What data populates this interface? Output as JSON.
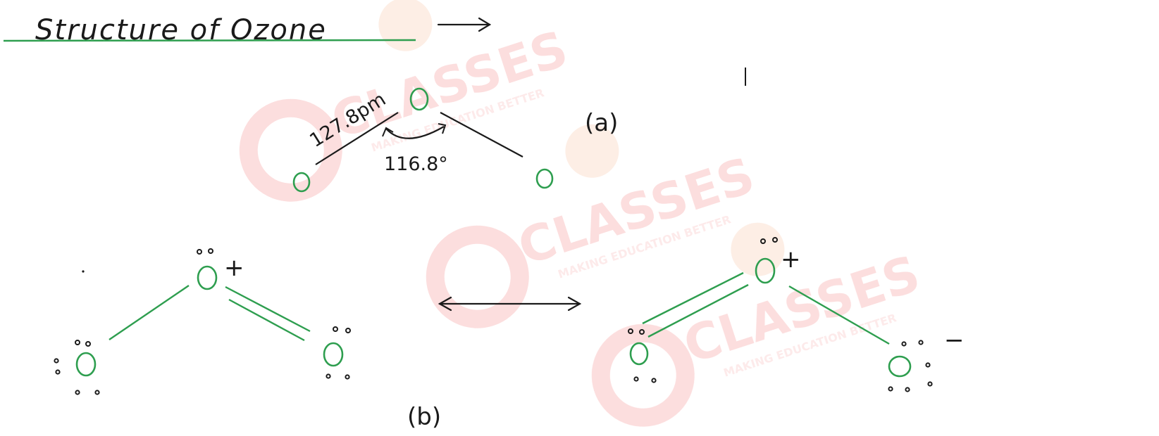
{
  "title": "Structure of Ozone",
  "structure_a": {
    "label": "(a)",
    "bond_length": "127.8pm",
    "bond_angle": "116.8°",
    "atoms": [
      "O",
      "O",
      "O"
    ]
  },
  "structure_b": {
    "label": "(b)",
    "atoms": [
      "O",
      "O",
      "O",
      "O",
      "O",
      "O"
    ],
    "plus_charge": "+",
    "minus_charge": "−"
  },
  "watermark": {
    "brand": "CLASSES",
    "tagline": "MAKING EDUCATION BETTER"
  },
  "colors": {
    "ink": "#1a1a1a",
    "atom": "#2e9e4f",
    "underline": "#2e9e4f",
    "watermark": "#f26a6a"
  }
}
